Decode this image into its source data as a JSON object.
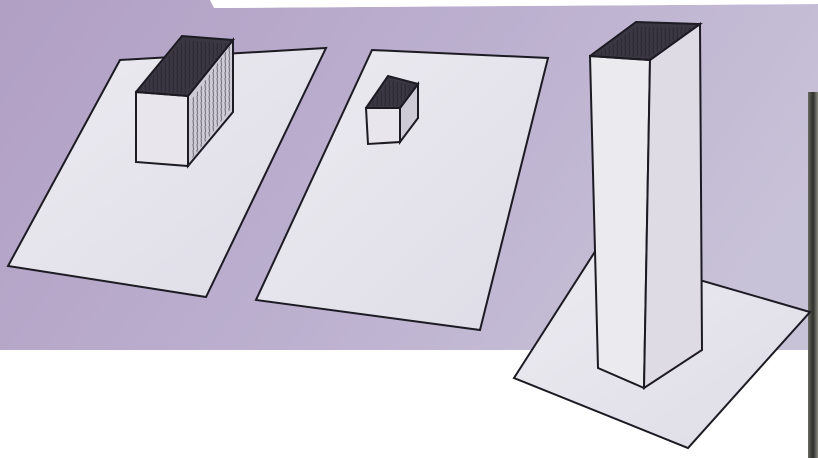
{
  "image": {
    "kind": "scanned-sketch",
    "subject": "three-open-boxes-on-sheets",
    "colors": {
      "background_lavender": "#b6a8c8",
      "paper": "#e9e8ee",
      "paper_shadow": "#d9d7e0",
      "ink": "#1c1a22",
      "hatch": "#2b2833",
      "white_area": "#ffffff",
      "photo_edge": "#4a4a46"
    }
  },
  "figures": [
    {
      "name": "short-box-on-sheet",
      "box_height": "short",
      "footprint": "rectangular"
    },
    {
      "name": "small-box-on-sheet",
      "box_height": "very-short",
      "footprint": "square"
    },
    {
      "name": "tall-box-on-sheet",
      "box_height": "tall",
      "footprint": "rectangular"
    }
  ]
}
